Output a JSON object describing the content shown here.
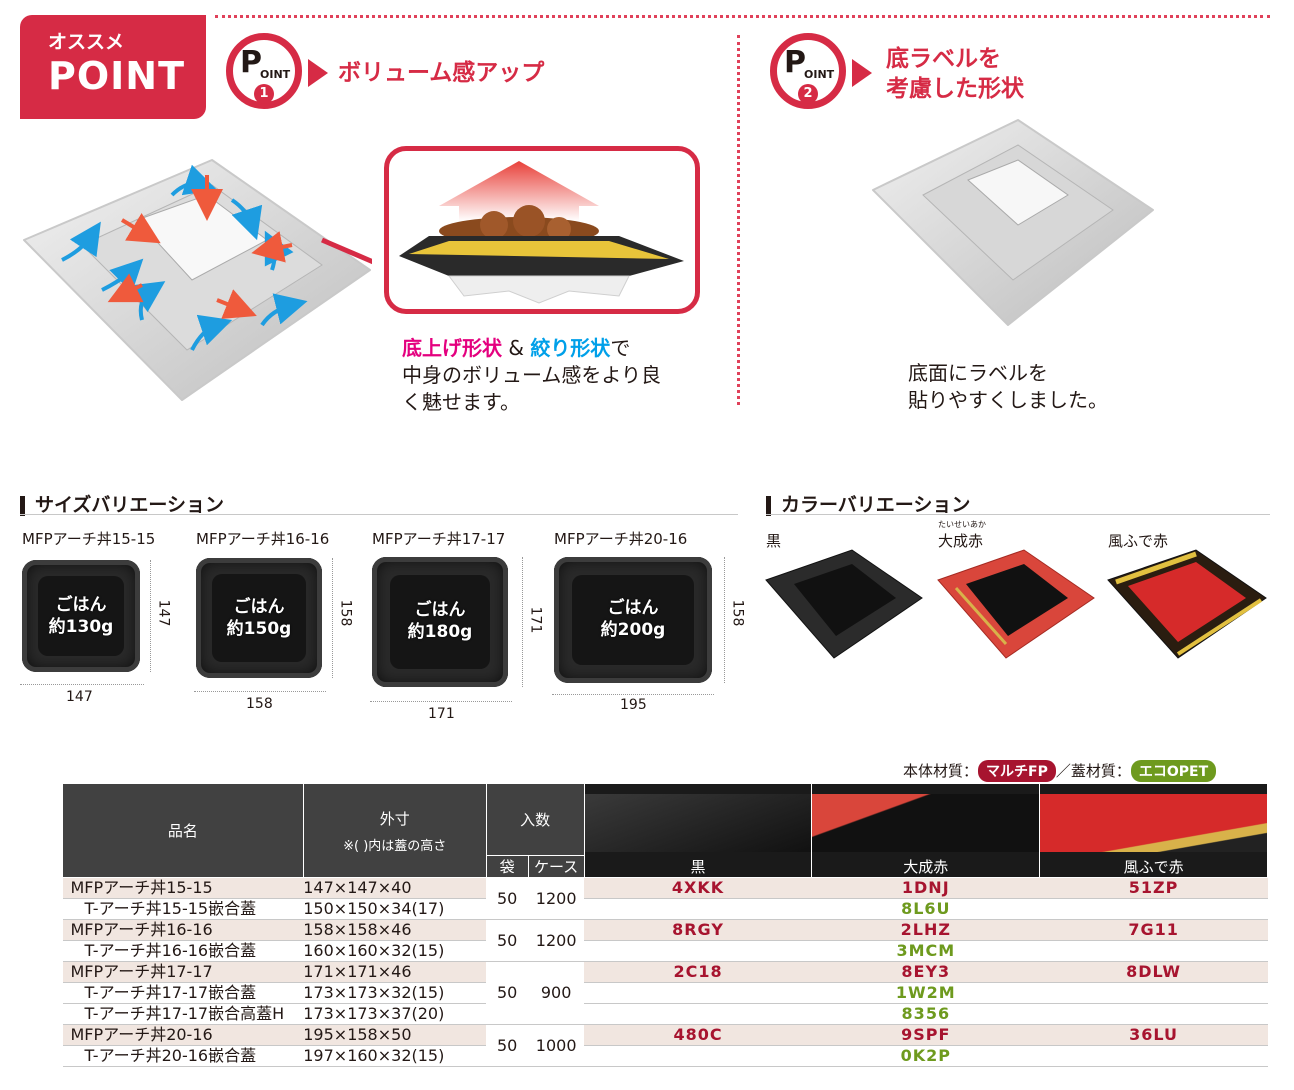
{
  "badge": {
    "small": "オススメ",
    "big": "POINT"
  },
  "point1": {
    "letter": "P",
    "oint": "OINT",
    "num": "1",
    "title": "ボリューム感アップ",
    "desc_a": "底上げ形状",
    "desc_amp": " & ",
    "desc_b": "絞り形状",
    "desc_c": "で",
    "desc_line2": "中身のボリューム感をより良",
    "desc_line3": "く魅せます。"
  },
  "point2": {
    "letter": "P",
    "oint": "OINT",
    "num": "2",
    "title_line1": "底ラベルを",
    "title_line2": "考慮した形状",
    "desc_line1": "底面にラベルを",
    "desc_line2": "貼りやすくしました。"
  },
  "size_section": {
    "title": "サイズバリエーション",
    "items": [
      {
        "name": "MFPアーチ丼15-15",
        "rice_line1": "ごはん",
        "rice_line2": "約130g",
        "width": "147",
        "height": "147"
      },
      {
        "name": "MFPアーチ丼16-16",
        "rice_line1": "ごはん",
        "rice_line2": "約150g",
        "width": "158",
        "height": "158"
      },
      {
        "name": "MFPアーチ丼17-17",
        "rice_line1": "ごはん",
        "rice_line2": "約180g",
        "width": "171",
        "height": "171"
      },
      {
        "name": "MFPアーチ丼20-16",
        "rice_line1": "ごはん",
        "rice_line2": "約200g",
        "width": "195",
        "height": "158"
      }
    ]
  },
  "color_section": {
    "title": "カラーバリエーション",
    "colors": [
      {
        "name": "黒",
        "ruby": ""
      },
      {
        "name": "大成赤",
        "ruby": "たいせいあか"
      },
      {
        "name": "風ふで赤",
        "ruby": ""
      }
    ]
  },
  "materials": {
    "body_label": "本体材質：",
    "body_value": "マルチFP",
    "sep": "／蓋材質：",
    "lid_value": "エコOPET",
    "body_color": "#a7142f",
    "lid_color": "#6e9a1e"
  },
  "table": {
    "headers": {
      "name": "品名",
      "size_line1": "外寸",
      "size_line2": "※( )内は蓋の高さ",
      "qty": "入数",
      "bag": "袋",
      "case": "ケース",
      "black": "黒",
      "taisei": "大成赤",
      "fude": "風ふで赤"
    },
    "groups": [
      {
        "rows": [
          {
            "name": "MFPアーチ丼15-15",
            "size": "147×147×40",
            "main": true,
            "black": "4XKK",
            "taisei": "1DNJ",
            "fude": "51ZP"
          },
          {
            "name": "T-アーチ丼15-15嵌合蓋",
            "size": "150×150×34(17)",
            "main": false,
            "lid": "8L6U"
          }
        ],
        "bag": "50",
        "case": "1200"
      },
      {
        "rows": [
          {
            "name": "MFPアーチ丼16-16",
            "size": "158×158×46",
            "main": true,
            "black": "8RGY",
            "taisei": "2LHZ",
            "fude": "7G11"
          },
          {
            "name": "T-アーチ丼16-16嵌合蓋",
            "size": "160×160×32(15)",
            "main": false,
            "lid": "3MCM"
          }
        ],
        "bag": "50",
        "case": "1200"
      },
      {
        "rows": [
          {
            "name": "MFPアーチ丼17-17",
            "size": "171×171×46",
            "main": true,
            "black": "2C18",
            "taisei": "8EY3",
            "fude": "8DLW"
          },
          {
            "name": "T-アーチ丼17-17嵌合蓋",
            "size": "173×173×32(15)",
            "main": false,
            "lid": "1W2M"
          },
          {
            "name": "T-アーチ丼17-17嵌合高蓋H",
            "size": "173×173×37(20)",
            "main": false,
            "lid": "8356"
          }
        ],
        "bag": "50",
        "case": "900"
      },
      {
        "rows": [
          {
            "name": "MFPアーチ丼20-16",
            "size": "195×158×50",
            "main": true,
            "black": "480C",
            "taisei": "9SPF",
            "fude": "36LU"
          },
          {
            "name": "T-アーチ丼20-16嵌合蓋",
            "size": "197×160×32(15)",
            "main": false,
            "lid": "0K2P"
          }
        ],
        "bag": "50",
        "case": "1000"
      }
    ]
  }
}
